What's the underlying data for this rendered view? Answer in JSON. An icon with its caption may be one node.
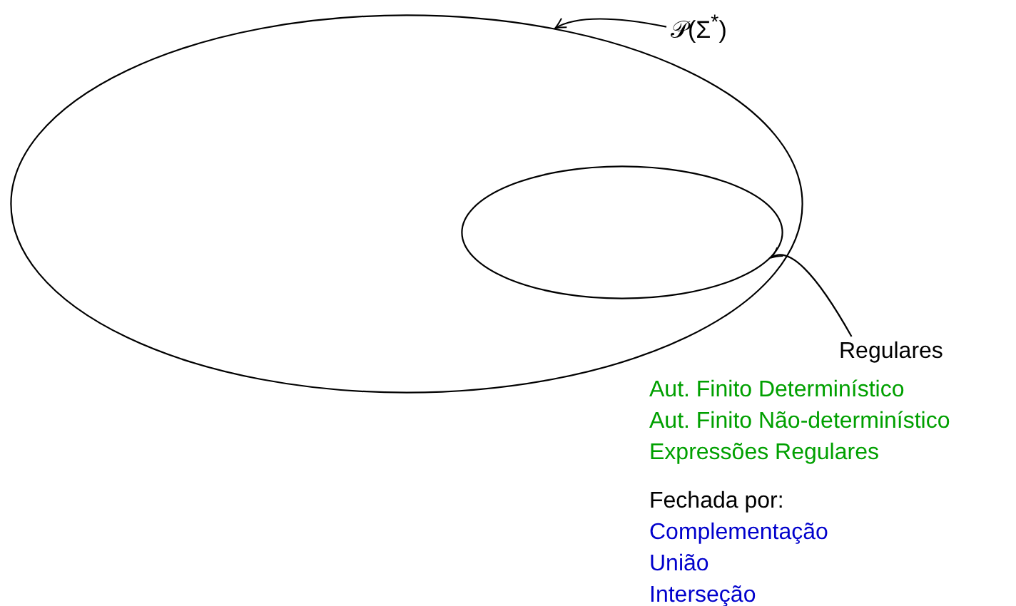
{
  "diagram": {
    "nodes": [
      {
        "text": [],
        "shape": "ellipse"
      },
      {
        "text": [],
        "shape": "ellipse",
        "in": 0
      },
      {
        "text": [
          "𝒫(Σ$^{*}$)"
        ]
      },
      {
        "text": [
          "Regulares"
        ]
      }
    ],
    "edges": [
      {
        "from": 2,
        "to": 0,
        "arrow": "to"
      },
      {
        "from": 3,
        "to": 1,
        "arrow": "to"
      }
    ],
    "labels": [
      "Aut. Finito Determinístico",
      "Aut. Finito Não-determinístico",
      "Expressões Regulares",
      "Fechada por:",
      "Complementação",
      "União",
      "Interseção"
    ]
  }
}
